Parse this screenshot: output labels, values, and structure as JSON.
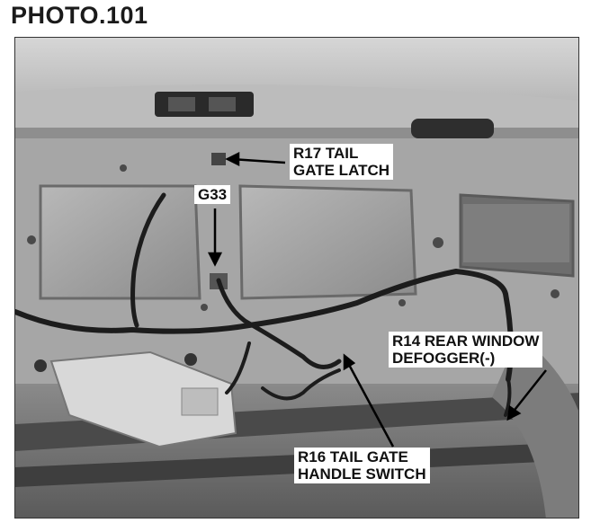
{
  "page": {
    "title": "PHOTO.101"
  },
  "callouts": {
    "r17": {
      "line1": "R17 TAIL",
      "line2": "GATE LATCH"
    },
    "g33": {
      "line1": "G33"
    },
    "r14": {
      "line1": "R14 REAR WINDOW",
      "line2": "DEFOGGER(-)"
    },
    "r16": {
      "line1": "R16 TAIL GATE",
      "line2": "HANDLE SWITCH"
    }
  },
  "colors": {
    "panel": "#9e9e9e",
    "panel_light": "#c4c4c4",
    "panel_dark": "#6e6e6e",
    "wire": "#1c1c1c",
    "label_bg": "#ffffff"
  }
}
